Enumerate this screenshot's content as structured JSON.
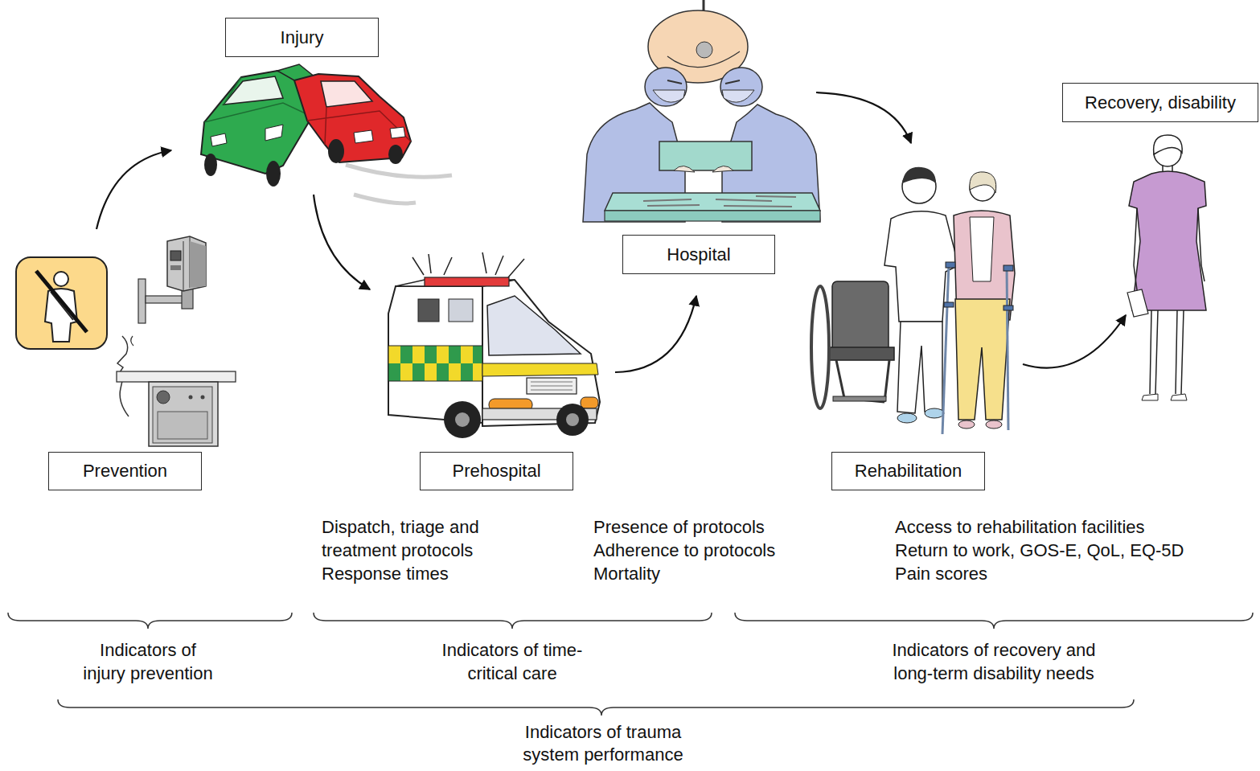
{
  "diagram": {
    "nodes": [
      {
        "text": [
          "Prevention"
        ]
      },
      {
        "text": [
          "Injury"
        ]
      },
      {
        "text": [
          "Prehospital"
        ]
      },
      {
        "text": [
          "Hospital"
        ]
      },
      {
        "text": [
          "Rehabilitation"
        ]
      },
      {
        "text": [
          "Recovery, disability"
        ]
      }
    ],
    "edges": [
      {
        "from": 0,
        "to": 1,
        "arrow": "to"
      },
      {
        "from": 1,
        "to": 2,
        "arrow": "to"
      },
      {
        "from": 2,
        "to": 3,
        "arrow": "to"
      },
      {
        "from": 3,
        "to": 4,
        "arrow": "to"
      },
      {
        "from": 4,
        "to": 5,
        "arrow": "to"
      }
    ],
    "labels": [
      "Dispatch, triage and treatment protocols",
      "Response times",
      "Presence of protocols",
      "Adherence to protocols",
      "Mortality",
      "Access to rehabilitation facilities",
      "Return to work, GOS-E, QoL, EQ-5D",
      "Pain scores",
      "Indicators of injury prevention",
      "Indicators of time-critical care",
      "Indicators of recovery and long-term disability needs",
      "Indicators of trauma system performance"
    ]
  }
}
